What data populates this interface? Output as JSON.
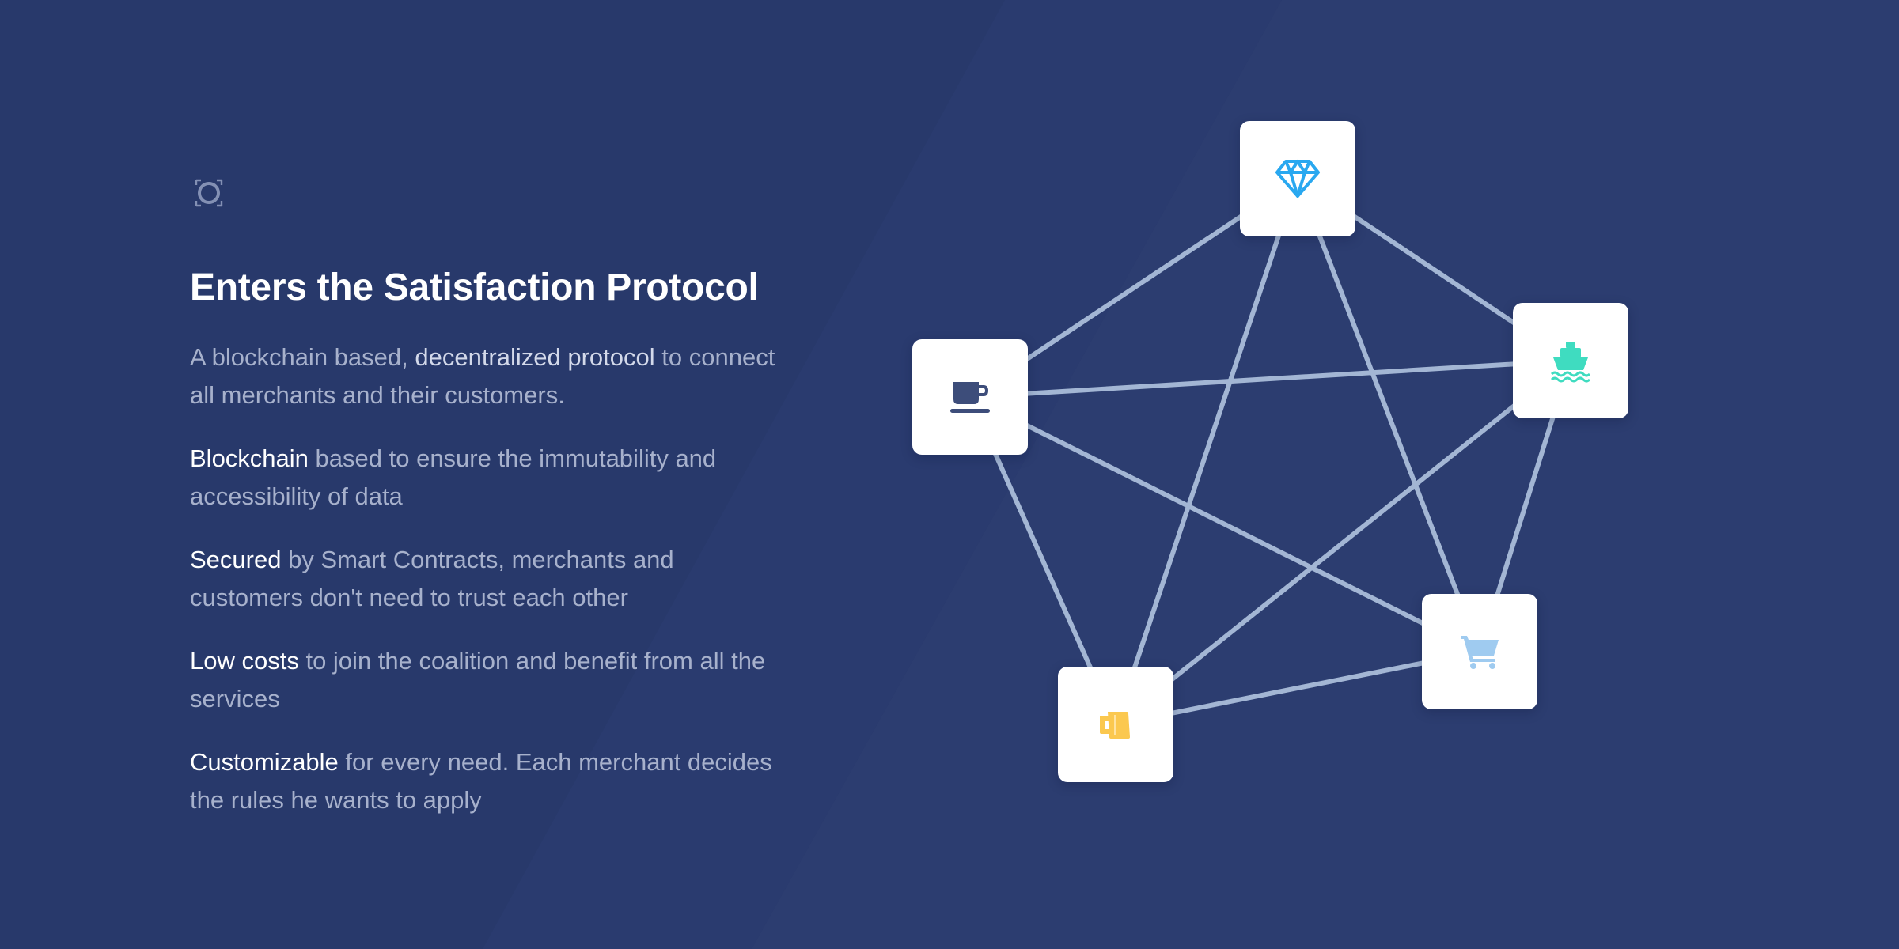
{
  "hero": {
    "title": "Enters the Satisfaction Protocol",
    "intro": {
      "before": "A blockchain based, ",
      "strong": "decentralized protocol",
      "after": " to connect all merchants and their customers."
    },
    "features": [
      {
        "strong": "Blockchain",
        "text": " based to ensure the immutability and accessibility of data"
      },
      {
        "strong": "Secured",
        "text": " by Smart Contracts, merchants and customers don't need to trust each other"
      },
      {
        "strong": "Low costs",
        "text": " to join the coalition and benefit from all the services"
      },
      {
        "strong": "Customizable",
        "text": " for every need. Each merchant decides the rules he wants to apply"
      }
    ]
  },
  "logo": {
    "icon": "target-ring-icon",
    "color": "#8390b4"
  },
  "network": {
    "line_color": "#a3b6d4",
    "nodes": [
      {
        "name": "diamond",
        "icon": "diamond-icon",
        "color": "#29a8f0"
      },
      {
        "name": "ship",
        "icon": "ship-icon",
        "color": "#3fdcc0"
      },
      {
        "name": "cart",
        "icon": "shopping-cart-icon",
        "color": "#9fcbf0"
      },
      {
        "name": "mug",
        "icon": "beer-mug-icon",
        "color": "#fbc84f"
      },
      {
        "name": "coffee",
        "icon": "coffee-cup-icon",
        "color": "#3d4d7a"
      }
    ]
  },
  "colors": {
    "background": "#28396b",
    "title": "#ffffff",
    "body_text": "#a7b1cc"
  }
}
